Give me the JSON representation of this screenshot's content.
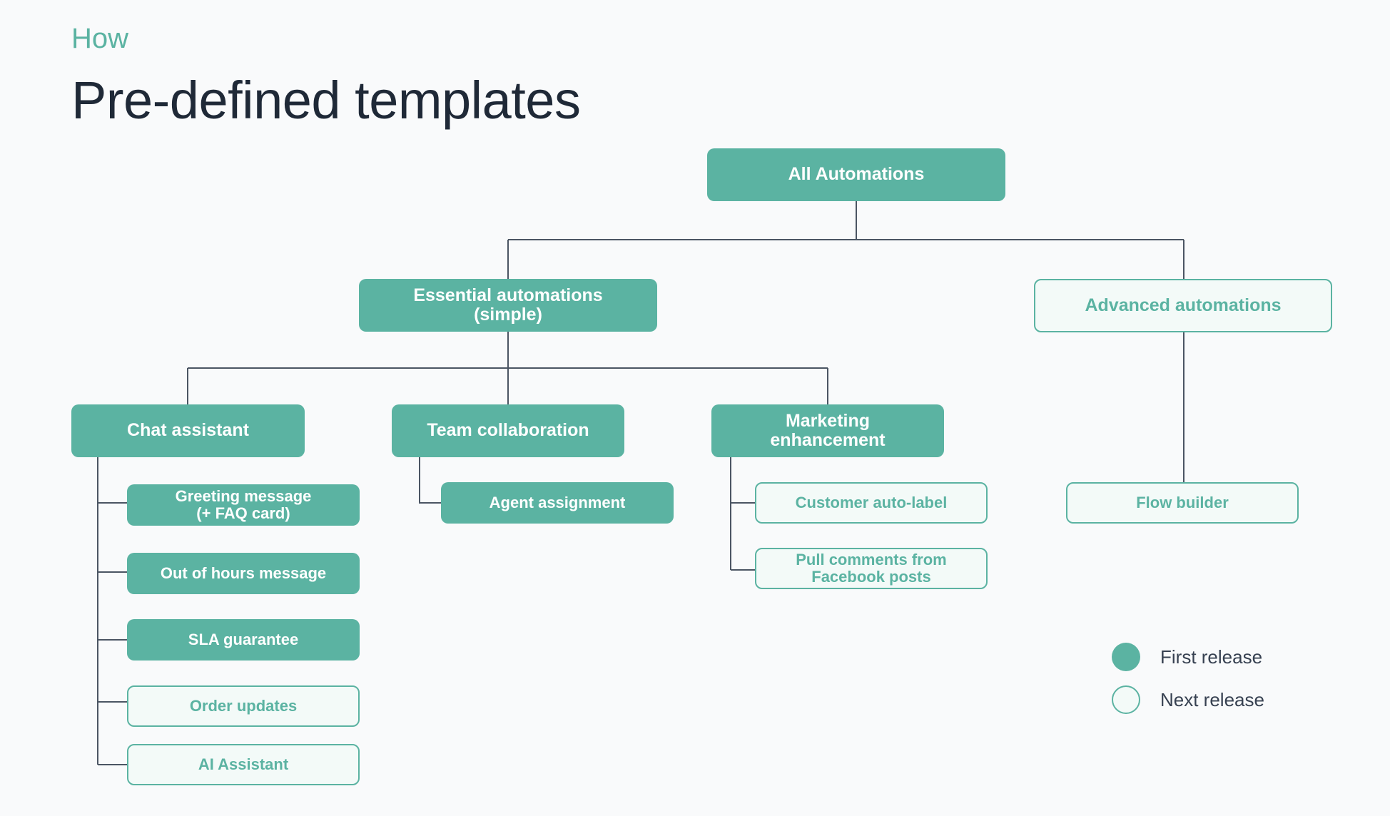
{
  "eyebrow": "How",
  "title": "Pre-defined templates",
  "colors": {
    "first_release": "#5bb3a2",
    "next_release_fill": "#f3faf8",
    "connector": "#4b5563"
  },
  "tree": {
    "root": "All Automations",
    "essential": "Essential automations\n(simple)",
    "advanced": "Advanced automations",
    "chat_assistant": "Chat assistant",
    "team_collaboration": "Team collaboration",
    "marketing": "Marketing\nenhancement",
    "greeting": "Greeting message\n(+ FAQ card)",
    "out_of_hours": "Out of hours message",
    "sla": "SLA guarantee",
    "order_updates": "Order updates",
    "ai_assistant": "AI Assistant",
    "agent_assignment": "Agent assignment",
    "auto_label": "Customer auto-label",
    "pull_comments": "Pull comments from\nFacebook posts",
    "flow_builder": "Flow builder"
  },
  "legend": {
    "first": "First release",
    "next": "Next release"
  }
}
